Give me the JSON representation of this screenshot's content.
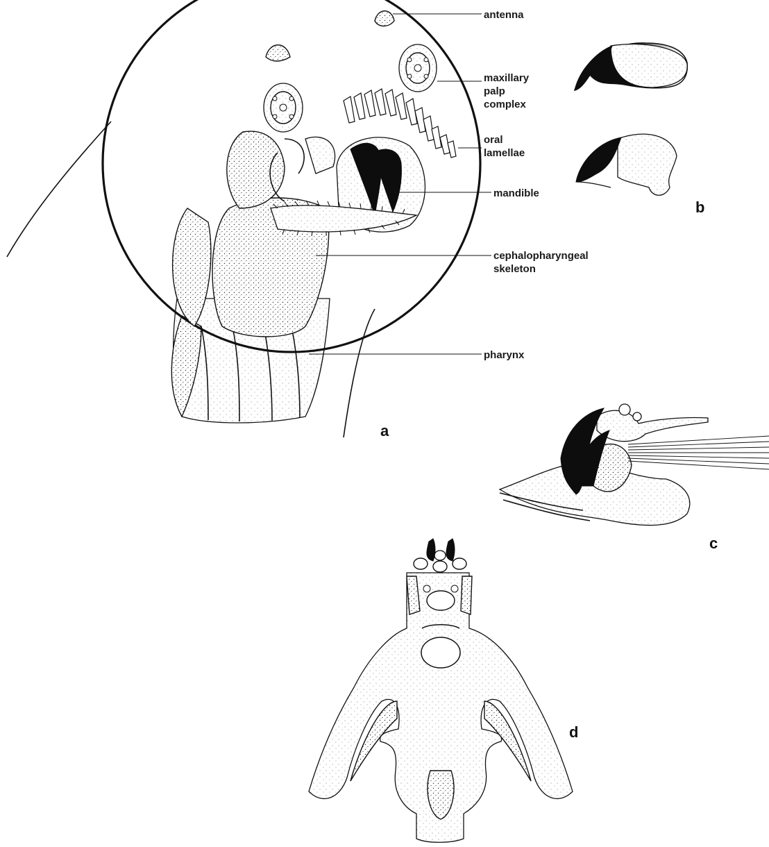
{
  "figure": {
    "panels": {
      "a": "a",
      "b": "b",
      "c": "c",
      "d": "d"
    },
    "labels": {
      "antenna": "antenna",
      "maxillary_palp_complex": [
        "maxillary",
        "palp",
        "complex"
      ],
      "oral_lamellae": [
        "oral",
        "lamellae"
      ],
      "mandible": "mandible",
      "cephalopharyngeal_skeleton": [
        "cephalopharyngeal",
        "skeleton"
      ],
      "pharynx": "pharynx"
    },
    "colors": {
      "ink": "#111111",
      "paper": "#ffffff"
    }
  }
}
